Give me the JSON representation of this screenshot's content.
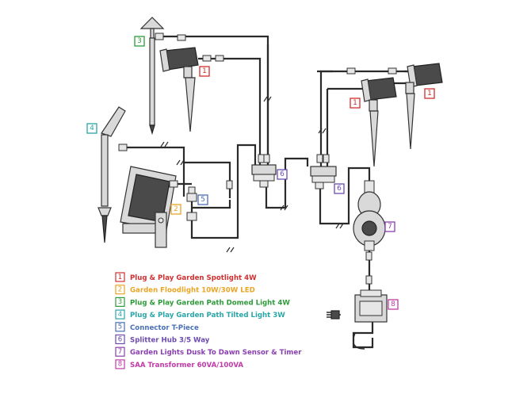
{
  "colors": {
    "red": "#d02f2f",
    "orange": "#e8a526",
    "green": "#2e9b3a",
    "teal": "#2aa6a6",
    "blue": "#4a6fb5",
    "purple": "#6b4bb0",
    "violet": "#8a3fb0",
    "magenta": "#c23aa8"
  },
  "badges": {
    "spotlight_left": "1",
    "spotlight_mid": "1",
    "spotlight_right": "1",
    "floodlight": "2",
    "domed_light": "3",
    "tilted_light": "4",
    "tpiece": "5",
    "splitter_left": "6",
    "splitter_right": "6",
    "sensor": "7",
    "transformer": "8"
  },
  "legend": [
    {
      "num": "1",
      "text": "Plug & Play Garden Spotlight 4W",
      "color": "red"
    },
    {
      "num": "2",
      "text": "Garden Floodlight 10W/30W LED",
      "color": "orange"
    },
    {
      "num": "3",
      "text": "Plug & Play Garden Path Domed Light 4W",
      "color": "green"
    },
    {
      "num": "4",
      "text": "Plug & Play Garden Path Tilted Light 3W",
      "color": "teal"
    },
    {
      "num": "5",
      "text": "Connector T-Piece",
      "color": "blue"
    },
    {
      "num": "6",
      "text": "Splitter Hub 3/5 Way",
      "color": "purple"
    },
    {
      "num": "7",
      "text": "Garden Lights Dusk To Dawn Sensor & Timer",
      "color": "violet"
    },
    {
      "num": "8",
      "text": "SAA Transformer 60VA/100VA",
      "color": "magenta"
    }
  ]
}
